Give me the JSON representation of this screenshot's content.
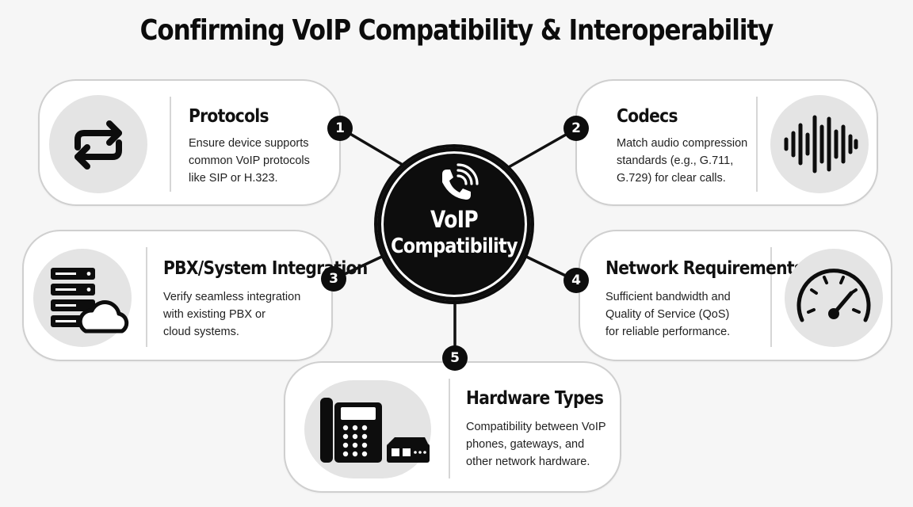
{
  "title": "Confirming VoIP Compatibility & Interoperability",
  "hub": {
    "line1": "VoIP",
    "line2": "Compatibility",
    "icon": "phone-signal-icon"
  },
  "items": [
    {
      "number": "1",
      "heading": "Protocols",
      "desc": [
        "Ensure device supports",
        "common VoIP protocols",
        "like SIP or H.323."
      ],
      "icon": "sync-arrows-icon"
    },
    {
      "number": "2",
      "heading": "Codecs",
      "desc": [
        "Match audio compression",
        "standards (e.g., G.711,",
        "G.729) for clear calls."
      ],
      "icon": "sound-wave-icon"
    },
    {
      "number": "3",
      "heading": "PBX/System Integration",
      "desc": [
        "Verify seamless integration",
        "with existing PBX or",
        "cloud systems."
      ],
      "icon": "server-cloud-icon"
    },
    {
      "number": "4",
      "heading": "Network Requirements",
      "desc": [
        "Sufficient bandwidth and",
        "Quality of Service (QoS)",
        "for reliable performance."
      ],
      "icon": "speedometer-icon"
    },
    {
      "number": "5",
      "heading": "Hardware Types",
      "desc": [
        "Compatibility between VoIP",
        "phones, gateways, and",
        "other network hardware."
      ],
      "icon": "desk-phone-gateway-icon"
    }
  ],
  "colors": {
    "dark": "#0d0d0d",
    "card_border": "#cfcfcf",
    "icon_bg": "#e4e4e4",
    "background": "#f6f6f6"
  }
}
